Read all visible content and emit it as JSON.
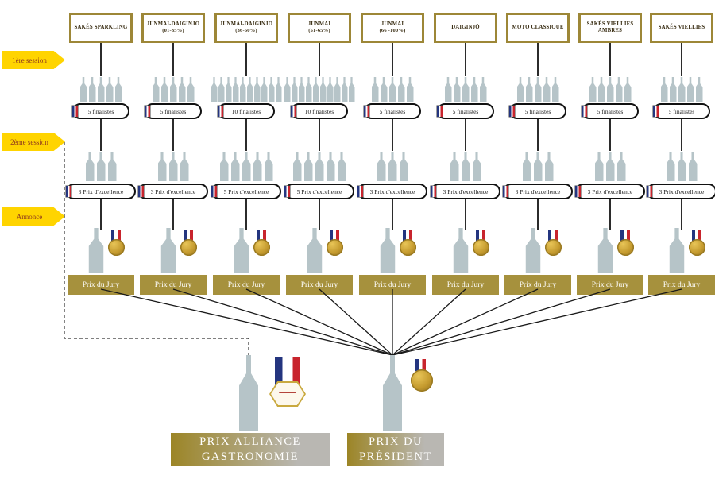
{
  "session_labels": [
    {
      "label": "1ère session"
    },
    {
      "label": "2ème session"
    },
    {
      "label": "Annonce"
    }
  ],
  "jury_box_label": "Prix du Jury",
  "categories": [
    {
      "name": "SAKÉS SPARKLING",
      "subtitle": "",
      "bottles_session1": 5,
      "finalists_label": "5 finalistes",
      "bottles_session2": 3,
      "excellence_label": "3 Prix d'excellence"
    },
    {
      "name": "JUNMAI-DAIGINJŌ",
      "subtitle": "(01-35%)",
      "bottles_session1": 5,
      "finalists_label": "5 finalistes",
      "bottles_session2": 3,
      "excellence_label": "3 Prix d'excellence"
    },
    {
      "name": "JUNMAI-DAIGINJŌ",
      "subtitle": "(36-50%)",
      "bottles_session1": 10,
      "finalists_label": "10 finalistes",
      "bottles_session2": 5,
      "excellence_label": "5 Prix d'excellence"
    },
    {
      "name": "JUNMAI",
      "subtitle": "(51-65%)",
      "bottles_session1": 10,
      "finalists_label": "10 finalistes",
      "bottles_session2": 5,
      "excellence_label": "5 Prix d'excellence"
    },
    {
      "name": "JUNMAI",
      "subtitle": "(66 -100%)",
      "bottles_session1": 5,
      "finalists_label": "5 finalistes",
      "bottles_session2": 3,
      "excellence_label": "3 Prix d'excellence"
    },
    {
      "name": "DAIGINJŌ",
      "subtitle": "",
      "bottles_session1": 5,
      "finalists_label": "5 finalistes",
      "bottles_session2": 3,
      "excellence_label": "3 Prix d'excellence"
    },
    {
      "name": "MOTO CLASSIQUE",
      "subtitle": "",
      "bottles_session1": 5,
      "finalists_label": "5 finalistes",
      "bottles_session2": 3,
      "excellence_label": "3 Prix d'excellence"
    },
    {
      "name": "SAKÉS VIELLIES AMBRES",
      "subtitle": "",
      "bottles_session1": 5,
      "finalists_label": "5 finalistes",
      "bottles_session2": 3,
      "excellence_label": "3 Prix d'excellence"
    },
    {
      "name": "SAKÉS VIELLIES",
      "subtitle": "",
      "bottles_session1": 5,
      "finalists_label": "5 finalistes",
      "bottles_session2": 3,
      "excellence_label": "3 Prix d'excellence"
    }
  ],
  "final_awards": {
    "alliance_label": "PRIX ALLIANCE GASTRONOMIE",
    "president_label": "PRIX DU PRÉSIDENT"
  },
  "colors": {
    "gold_border": "#9d8737",
    "gold_box": "#a6913d",
    "bottle": "#b6c4c8",
    "arrow_yellow": "#ffd400",
    "arrow_text": "#8f3a1d",
    "flag_blue": "#24357f",
    "flag_red": "#c8242d",
    "gradient_gold": "#9c8526",
    "gradient_silver": "#b9b7b2"
  }
}
